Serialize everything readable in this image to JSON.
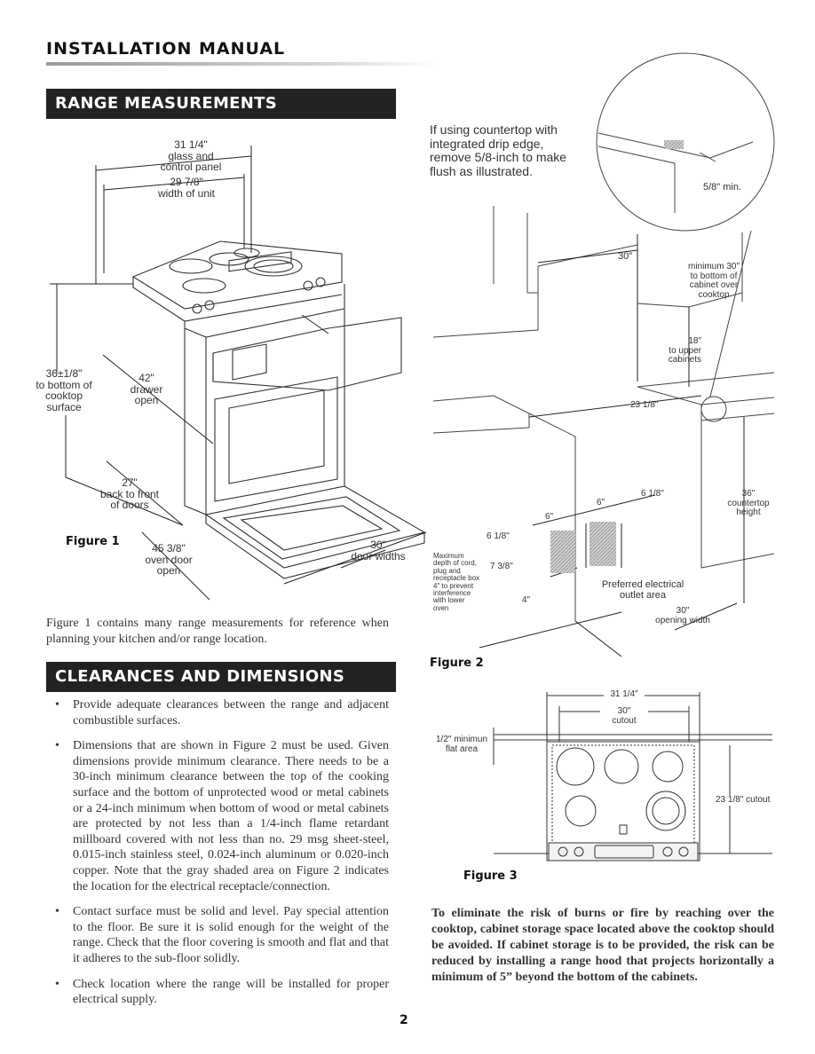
{
  "header": {
    "title": "INSTALLATION MANUAL",
    "page_number": "2"
  },
  "section1": {
    "banner": "RANGE MEASUREMENTS",
    "intro": "Figure 1 contains many range measurements for reference when planning your kitchen and/or range location."
  },
  "figure1": {
    "caption": "Figure 1",
    "labels": {
      "glass_l1": "31 1/4\"",
      "glass_l2": "glass and",
      "glass_l3": "control panel",
      "width_l1": "29 7/8\"",
      "width_l2": "width of unit",
      "h_l1": "36±1/8\"",
      "h_l2": "to bottom of",
      "h_l3": "cooktop",
      "h_l4": "surface",
      "drawer_l1": "42\"",
      "drawer_l2": "drawer",
      "drawer_l3": "open",
      "back_l1": "27\"",
      "back_l2": "back to front",
      "back_l3": "of doors",
      "oven_l1": "45 3/8\"",
      "oven_l2": "oven door",
      "oven_l3": "open",
      "door_l1": "30\"",
      "door_l2": "door widths"
    }
  },
  "figure2": {
    "caption": "Figure 2",
    "note": [
      "If using countertop with",
      "integrated drip edge,",
      "remove 5/8-inch to make",
      "flush as illustrated."
    ],
    "labels": {
      "min58": "5/8\" min.",
      "w30": "30\"",
      "min30_l1": "minimum 30\"",
      "min30_l2": "to bottom of",
      "min30_l3": "cabinet over",
      "min30_l4": "cooktop",
      "up18_l1": "18\"",
      "up18_l2": "to upper",
      "up18_l3": "cabinets",
      "d23": "23 1/8\"",
      "six_a": "6\"",
      "six_b": "6\"",
      "six_18a": "6 1/8\"",
      "six_18b": "6 1/8\"",
      "max_l1": "Maximum",
      "max_l2": "depth of cord,",
      "max_l3": "plug and",
      "max_l4": "receptacle box",
      "max_l5": "4\" to prevent",
      "max_l6": "interference",
      "max_l7": "with lower",
      "max_l8": "oven",
      "seven38": "7 3/8\"",
      "four": "4\"",
      "pref_l1": "Preferred electrical",
      "pref_l2": "outlet area",
      "open_l1": "30\"",
      "open_l2": "opening width",
      "ct_l1": "36\"",
      "ct_l2": "countertop",
      "ct_l3": "height"
    }
  },
  "figure3": {
    "caption": "Figure 3",
    "labels": {
      "w3114": "31 1/4\"",
      "cut30_l1": "30\"",
      "cut30_l2": "cutout",
      "flat_l1": "1/2\" minimun",
      "flat_l2": "flat area",
      "depth": "23 1/8\" cutout"
    }
  },
  "section2": {
    "banner": "CLEARANCES AND DIMENSIONS",
    "bullets": [
      "Provide adequate clearances between the range and adjacent combustible surfaces.",
      "Dimensions that are shown in Figure 2 must be used. Given dimensions provide minimum clearance. There needs to be a 30-inch minimum clearance between the top of the cooking surface and the bottom of unprotected wood or metal cabinets or a 24-inch minimum when bottom of wood or metal cabinets are protected by not less than a 1/4-inch flame retardant millboard covered with not less than no. 29 msg sheet-steel, 0.015-inch stainless steel, 0.024-inch aluminum or 0.020-inch copper. Note that the gray shaded area on Figure 2 indicates the location for the electrical receptacle/connection.",
      "Contact surface must be solid and level. Pay special attention to the floor. Be sure it is solid enough for the weight of the range. Check that the floor covering is smooth and flat and that it adheres to the sub-floor solidly.",
      "Check location where the range will be installed for proper electrical supply."
    ]
  },
  "warning": "To eliminate the risk of burns or fire by reaching over the cooktop, cabinet storage space located above the cooktop should be avoided. If cabinet storage is to be provided, the risk can be reduced by installing a range hood that projects horizontally a minimum of 5” beyond the bottom of the cabinets.",
  "colors": {
    "banner_bg": "#222222",
    "text": "#333333"
  }
}
